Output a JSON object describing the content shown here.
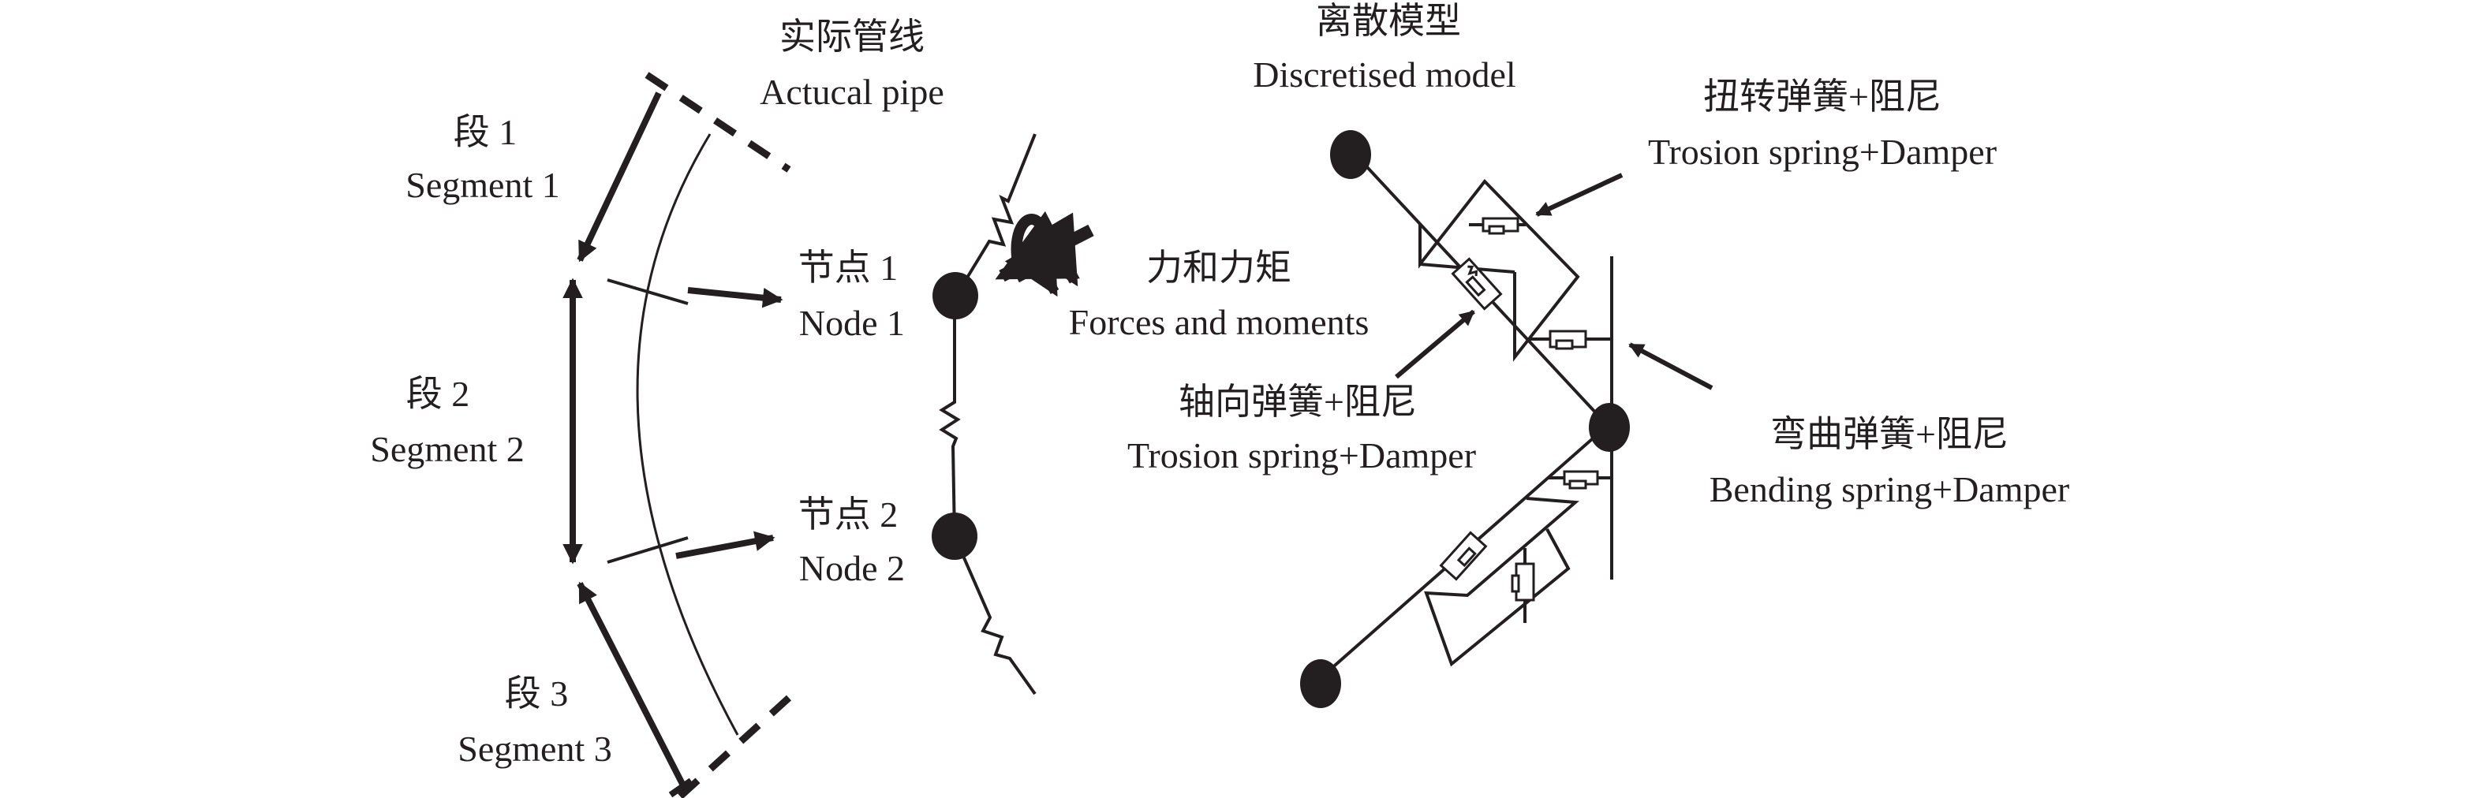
{
  "figure": {
    "actual_pipe": {
      "title_zh": "实际管线",
      "title_en": "Actucal pipe"
    },
    "segments": [
      {
        "zh": "段 1",
        "en": "Segment 1"
      },
      {
        "zh": "段 2",
        "en": "Segment 2"
      },
      {
        "zh": "段 3",
        "en": "Segment 3"
      }
    ],
    "nodes": [
      {
        "zh": "节点 1",
        "en": "Node 1"
      },
      {
        "zh": "节点 2",
        "en": "Node 2"
      }
    ],
    "forces": {
      "zh": "力和力矩",
      "en": "Forces and moments"
    },
    "discretised_model": {
      "title_zh": "离散模型",
      "title_en": "Discretised model"
    },
    "torsion_label": {
      "zh": "扭转弹簧+阻尼",
      "en": "Trosion spring+Damper"
    },
    "axial_label": {
      "zh": "轴向弹簧+阻尼",
      "en": "Trosion spring+Damper"
    },
    "bending_label": {
      "zh": "弯曲弹簧+阻尼",
      "en": "Bending spring+Damper"
    }
  },
  "colors": {
    "ink": "#231f20",
    "background": "#ffffff"
  }
}
